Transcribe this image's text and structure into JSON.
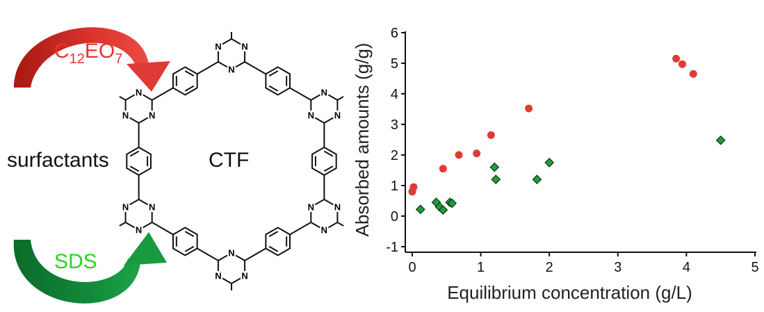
{
  "scheme": {
    "top_label": {
      "main": "C",
      "sub1": "12",
      "mid": "EO",
      "sub2": "7"
    },
    "top_label_color": "#e8332f",
    "top_arrow_color": "#d8312c",
    "bottom_label": "SDS",
    "bottom_label_color": "#2bd41f",
    "bottom_arrow_color": "#12893a",
    "side_label": "surfactants",
    "center_label": "CTF",
    "atom_symbol": "N"
  },
  "chart_data": {
    "type": "scatter",
    "title": "",
    "xlabel": "Equilibrium concentration (g/L)",
    "ylabel": "Absorbed amounts (g/g)",
    "xlim": [
      0,
      5
    ],
    "ylim": [
      -1,
      6
    ],
    "xticks": [
      0,
      1,
      2,
      3,
      4,
      5
    ],
    "yticks": [
      -1,
      0,
      1,
      2,
      3,
      4,
      5,
      6
    ],
    "grid": false,
    "legend": "none",
    "series": [
      {
        "marker": "circle",
        "color": "#e03a36",
        "points": [
          [
            0.0,
            0.8
          ],
          [
            0.02,
            0.95
          ],
          [
            0.45,
            1.55
          ],
          [
            0.68,
            2.0
          ],
          [
            0.94,
            2.05
          ],
          [
            1.15,
            2.65
          ],
          [
            1.7,
            3.52
          ],
          [
            3.85,
            5.15
          ],
          [
            3.94,
            4.97
          ],
          [
            4.1,
            4.65
          ]
        ]
      },
      {
        "marker": "diamond",
        "color": "#239d3c",
        "points": [
          [
            0.12,
            0.22
          ],
          [
            0.35,
            0.45
          ],
          [
            0.4,
            0.3
          ],
          [
            0.45,
            0.2
          ],
          [
            0.55,
            0.45
          ],
          [
            0.58,
            0.42
          ],
          [
            1.2,
            1.6
          ],
          [
            1.22,
            1.2
          ],
          [
            1.82,
            1.2
          ],
          [
            2.0,
            1.75
          ],
          [
            4.5,
            2.48
          ]
        ]
      }
    ]
  }
}
